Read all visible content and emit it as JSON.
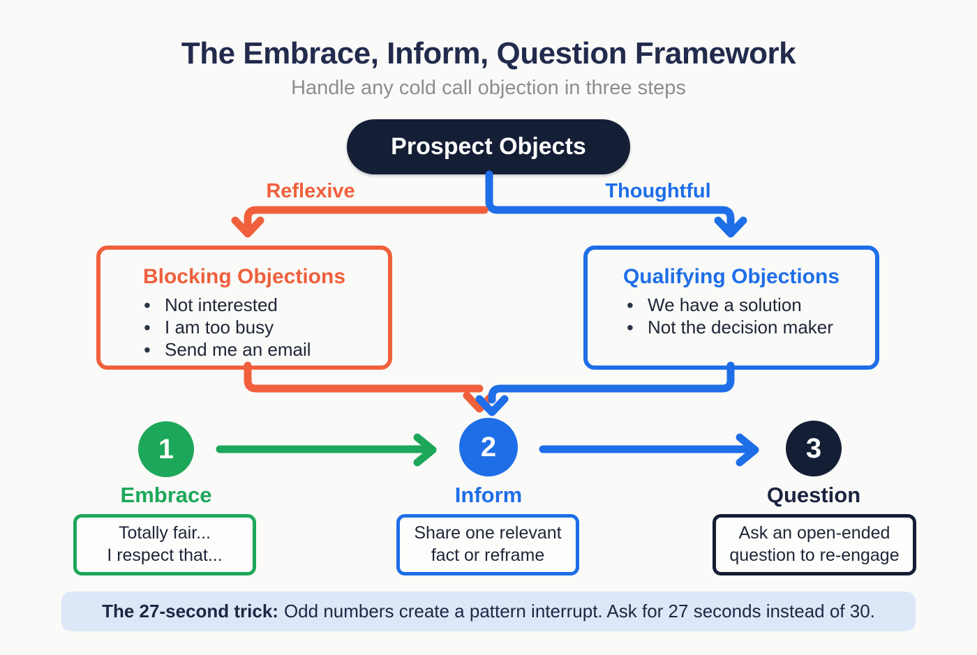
{
  "header": {
    "title": "The Embrace, Inform, Question Framework",
    "subtitle": "Handle any cold call objection in three steps"
  },
  "root_node": {
    "label": "Prospect Objects"
  },
  "branches": {
    "left": {
      "label": "Reflexive",
      "color": "#f0603c",
      "box": {
        "title": "Blocking Objections",
        "items": [
          "Not interested",
          "I am too busy",
          "Send me an email"
        ]
      }
    },
    "right": {
      "label": "Thoughtful",
      "color": "#1e6ee8",
      "box": {
        "title": "Qualifying Objections",
        "items": [
          "We have a solution",
          "Not the decision maker"
        ]
      }
    }
  },
  "steps": [
    {
      "number": "1",
      "label": "Embrace",
      "color": "#1da75a",
      "note_line1": "Totally fair...",
      "note_line2": "I respect that..."
    },
    {
      "number": "2",
      "label": "Inform",
      "color": "#1e6ee8",
      "note_line1": "Share one relevant",
      "note_line2": "fact or reframe"
    },
    {
      "number": "3",
      "label": "Question",
      "color": "#141e35",
      "note_line1": "Ask an open-ended",
      "note_line2": "question to re-engage"
    }
  ],
  "footer": {
    "highlight": "The 27-second trick:",
    "text": "Odd numbers create a pattern interrupt. Ask for 27 seconds instead of 30."
  },
  "colors": {
    "background": "#fafaf8",
    "navy": "#141e35",
    "orange": "#f0603c",
    "blue": "#1e6ee8",
    "green": "#1da75a",
    "footer_bg": "#dce7f8"
  }
}
